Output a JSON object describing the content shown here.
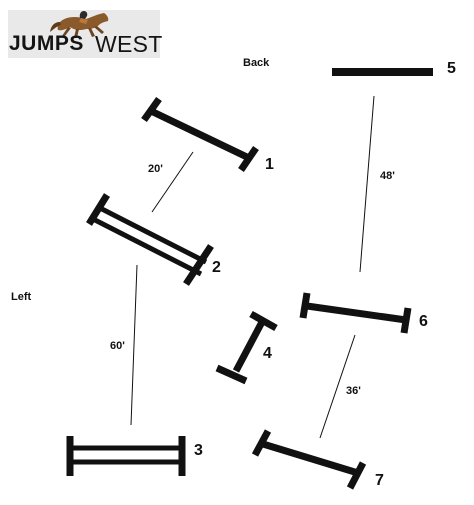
{
  "logo": {
    "part1": "JUMPS",
    "part2": "WEST",
    "icon": "horse-and-rider-icon"
  },
  "arena": {
    "back_label": "Back",
    "left_label": "Left"
  },
  "fences": [
    {
      "id": "1",
      "label": "1",
      "type": "vertical"
    },
    {
      "id": "2",
      "label": "2",
      "type": "oxer"
    },
    {
      "id": "3",
      "label": "3",
      "type": "oxer"
    },
    {
      "id": "4",
      "label": "4",
      "type": "vertical"
    },
    {
      "id": "5",
      "label": "5",
      "type": "plank"
    },
    {
      "id": "6",
      "label": "6",
      "type": "vertical"
    },
    {
      "id": "7",
      "label": "7",
      "type": "vertical"
    }
  ],
  "distances": [
    {
      "from": "1",
      "to": "2",
      "label": "20'"
    },
    {
      "from": "2",
      "to": "3",
      "label": "60'"
    },
    {
      "from": "5",
      "to": "6",
      "label": "48'"
    },
    {
      "from": "6",
      "to": "7",
      "label": "36'"
    }
  ],
  "colors": {
    "ink": "#111111",
    "logo_bg": "#e9e9e9",
    "logo_horse": "#8a5a2b"
  }
}
